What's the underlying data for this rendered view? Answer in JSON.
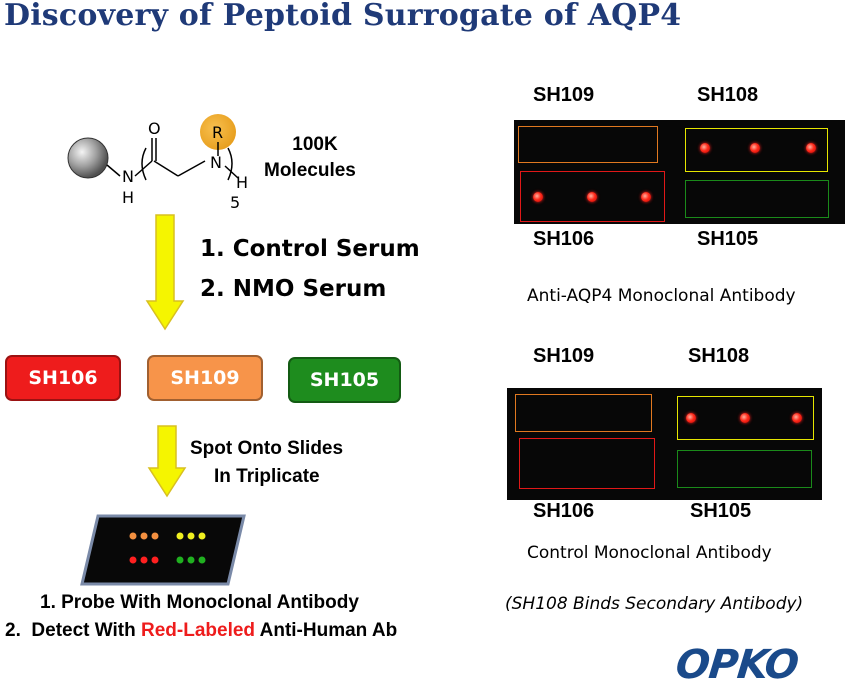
{
  "title": "Discovery of Peptoid Surrogate of AQP4",
  "molecule": {
    "count_line1": "100K",
    "count_line2": "Molecules",
    "atom_o": "O",
    "atom_r": "R",
    "atom_n1": "N",
    "atom_h1": "H",
    "atom_n2": "N",
    "atom_h2": "H",
    "subscript": "5"
  },
  "steps": [
    "1.   Control Serum",
    "2.   NMO Serum"
  ],
  "hits": [
    {
      "label": "SH106",
      "color": "#ee1c1c"
    },
    {
      "label": "SH109",
      "color": "#f7944a"
    },
    {
      "label": "SH105",
      "color": "#1e8c1e"
    }
  ],
  "spot_text": [
    "Spot Onto Slides",
    "In Triplicate"
  ],
  "probe": {
    "line1": "1.  Probe With Monoclonal Antibody",
    "line2_prefix": "2.  Detect With ",
    "line2_red": "Red-Labeled",
    "line2_suffix": " Anti-Human Ab",
    "red_color": "#ee1c1c"
  },
  "panel1": {
    "top_left": "SH109",
    "top_right": "SH108",
    "bottom_left": "SH106",
    "bottom_right": "SH105",
    "caption": "Anti-AQP4 Monoclonal Antibody"
  },
  "panel2": {
    "top_left": "SH109",
    "top_right": "SH108",
    "bottom_left": "SH106",
    "bottom_right": "SH105",
    "caption": "Control Monoclonal Antibody",
    "note": "(SH108 Binds Secondary Antibody)"
  },
  "logo": "OPKO",
  "colors": {
    "title": "#1f3a78",
    "arrow": "#f5f500",
    "logo": "#1a4a8a",
    "box_orange": "#e07820",
    "box_yellow": "#e6e600",
    "box_red": "#e01818",
    "box_green": "#1a8a1a"
  }
}
